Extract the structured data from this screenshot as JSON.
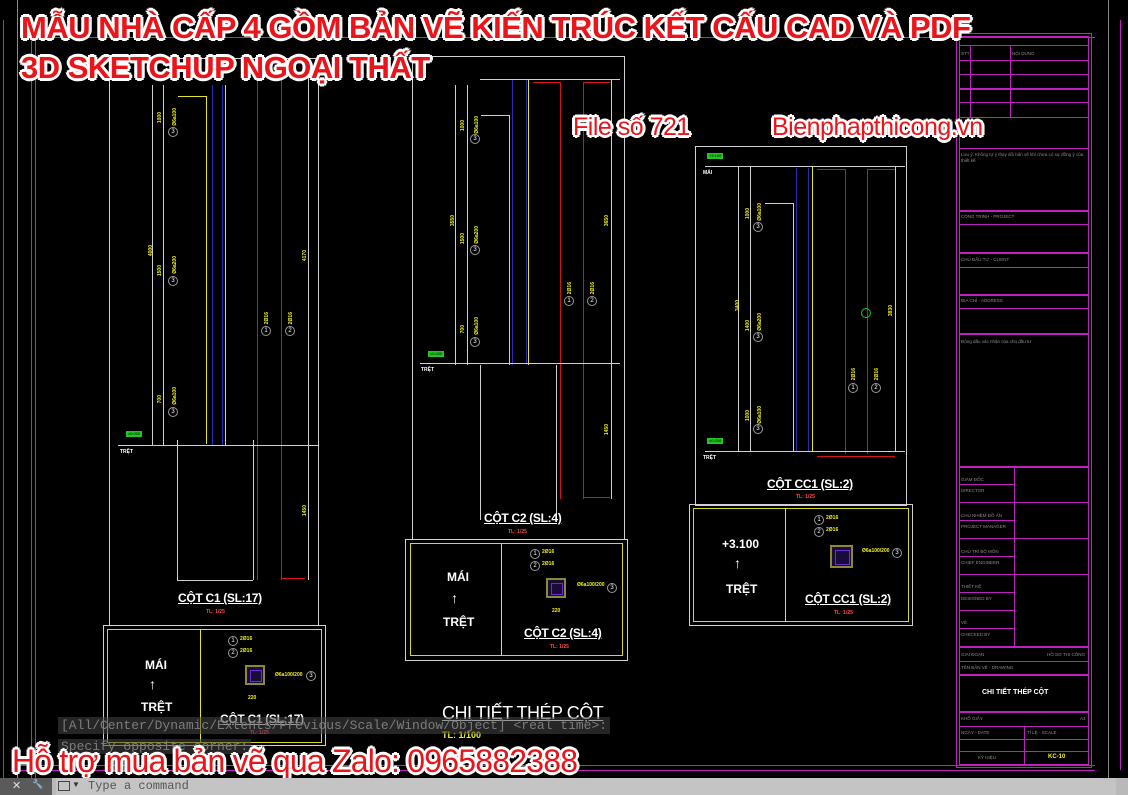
{
  "overlay": {
    "title_line1": "MẪU NHÀ CẤP 4 GỒM BẢN VẼ KIẾN TRÚC KẾT CẤU CAD VÀ PDF",
    "title_line2": "3D SKETCHUP NGOẠI THẤT",
    "file_number": "File số 721",
    "website": "Bienphapthicong.vn",
    "support": "Hỗ trợ mua bản vẽ qua Zalo: 0965882388",
    "colors": {
      "text": "#e8151b",
      "outline": "#ffffff"
    }
  },
  "drawing": {
    "sheet_title": "CHI TIẾT THÉP CỘT",
    "sheet_scale": "TL: 1/100",
    "columns": [
      {
        "id": "c1",
        "title": "CỘT C1 (SL:17)",
        "scale": "TL: 1/25",
        "level_top": "MÁI",
        "level_bottom": "TRỆT",
        "arrow": "↑",
        "section_title": "CỘT C1 (SL:17)",
        "section_scale": "TL: 1/25",
        "section_dim": "220",
        "ground_level_label": "TRỆT",
        "ground_level_value": "±0.000",
        "bubbles": [
          "1",
          "2",
          "3"
        ]
      },
      {
        "id": "c2",
        "title": "CỘT C2 (SL:4)",
        "scale": "TL: 1/25",
        "level_top": "MÁI",
        "level_bottom": "TRỆT",
        "arrow": "↑",
        "section_title": "CỘT C2 (SL:4)",
        "section_scale": "TL: 1/25",
        "section_dim": "220",
        "ground_level_label": "TRỆT",
        "ground_level_value": "±0.000",
        "bubbles": [
          "1",
          "2",
          "3"
        ]
      },
      {
        "id": "cc1",
        "title": "CỘT CC1 (SL:2)",
        "scale": "TL: 1/25",
        "level_top": "+3.100",
        "level_bottom": "TRỆT",
        "arrow": "↑",
        "section_title": "CỘT CC1 (SL:2)",
        "section_scale": "TL: 1/25",
        "top_level_label": "MÁI",
        "top_level_value": "+3.100",
        "ground_level_label": "TRỆT",
        "ground_level_value": "±0.000",
        "bubbles": [
          "1",
          "2",
          "3"
        ]
      }
    ]
  },
  "title_block": {
    "revision_header": [
      "STT",
      "NỘI DUNG"
    ],
    "notes": "Lưu ý: Không tự ý thay đổi bản vẽ khi chưa có sự đồng ý của thiết kế",
    "project_label": "CÔNG TRÌNH - PROJECT",
    "client_label": "CHỦ ĐẦU TƯ - CLIENT",
    "address_label": "ĐỊA CHỈ - ADDRESS",
    "stamp_label": "Đóng dấu xác nhận của chủ đầu tư",
    "roles": [
      {
        "vi": "GIÁM ĐỐC",
        "en": "DIRECTOR"
      },
      {
        "vi": "CHỦ NHIỆM ĐỒ ÁN",
        "en": "PROJECT MANAGER"
      },
      {
        "vi": "CHỦ TRÌ BỘ MÔN",
        "en": "CHIEF ENGINEER"
      },
      {
        "vi": "THIẾT KẾ",
        "en": "DESIGNED BY"
      },
      {
        "vi": "VẼ",
        "en": "CHECKED BY"
      }
    ],
    "phase_label": "GIAI ĐOẠN",
    "phase_value": "HỒ SƠ THI CÔNG",
    "drawing_name_label": "TÊN BẢN VẼ - DRAWING",
    "drawing_name": "CHI TIẾT THÉP CỘT",
    "paper_label": "KHỔ GIẤY",
    "paper_value": "A3",
    "date_label": "NGÀY - DATE",
    "scale_label": "TỈ LỆ - SCALE",
    "sheet_no_label": "KÝ HIỆU",
    "sheet_no_value": "KC-10"
  },
  "command_line": {
    "history_1": "[All/Center/Dynamic/Extents/Previous/Scale/Window/Object] <real time>:",
    "history_2": "Specify opposite corner:",
    "placeholder": "Type a command",
    "close_icon": "✕",
    "settings_icon": "🔧",
    "prompt_icon": "▭"
  }
}
